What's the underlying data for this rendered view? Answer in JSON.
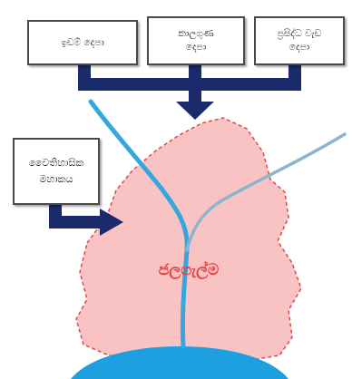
{
  "boxes": {
    "box1": "ඉඩම් දෙපා",
    "box2": "කාලගුණ\nදෙපා",
    "box3": "ප්‍රසිද්ධ වැඩ\nදෙපා",
    "box4": "වෛතිහාසික\nමහාකය"
  },
  "land_label": "ජලගැල්ම",
  "colors": {
    "arrow": "#1b2a6b",
    "land_fill": "#f9c3c4",
    "land_border": "#e04848",
    "river": "#35a7dd",
    "tributary": "#8db4cf",
    "sea": "#1e9fe0"
  }
}
